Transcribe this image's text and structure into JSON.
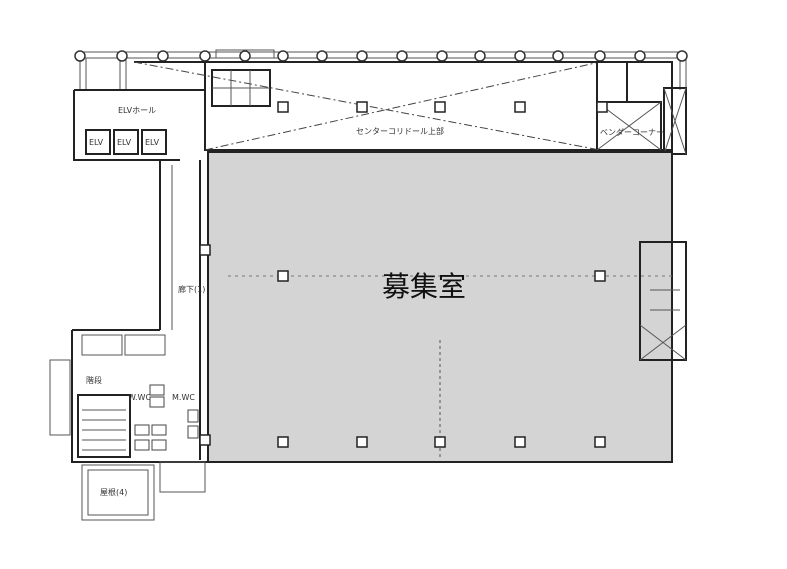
{
  "plan": {
    "main_room": "募集室",
    "corridor_upper": "センターコリドール上部",
    "elv_hall": "ELVホール",
    "elevators": [
      "ELV",
      "ELV",
      "ELV"
    ],
    "vendor_corner": "ベンダーコーナー",
    "hallway": "廊下(1)",
    "stairs": "階段",
    "women_wc": "W.WC",
    "men_wc": "M.WC",
    "roof": "屋根(4)",
    "main_room_fill": "#d4d4d4"
  }
}
